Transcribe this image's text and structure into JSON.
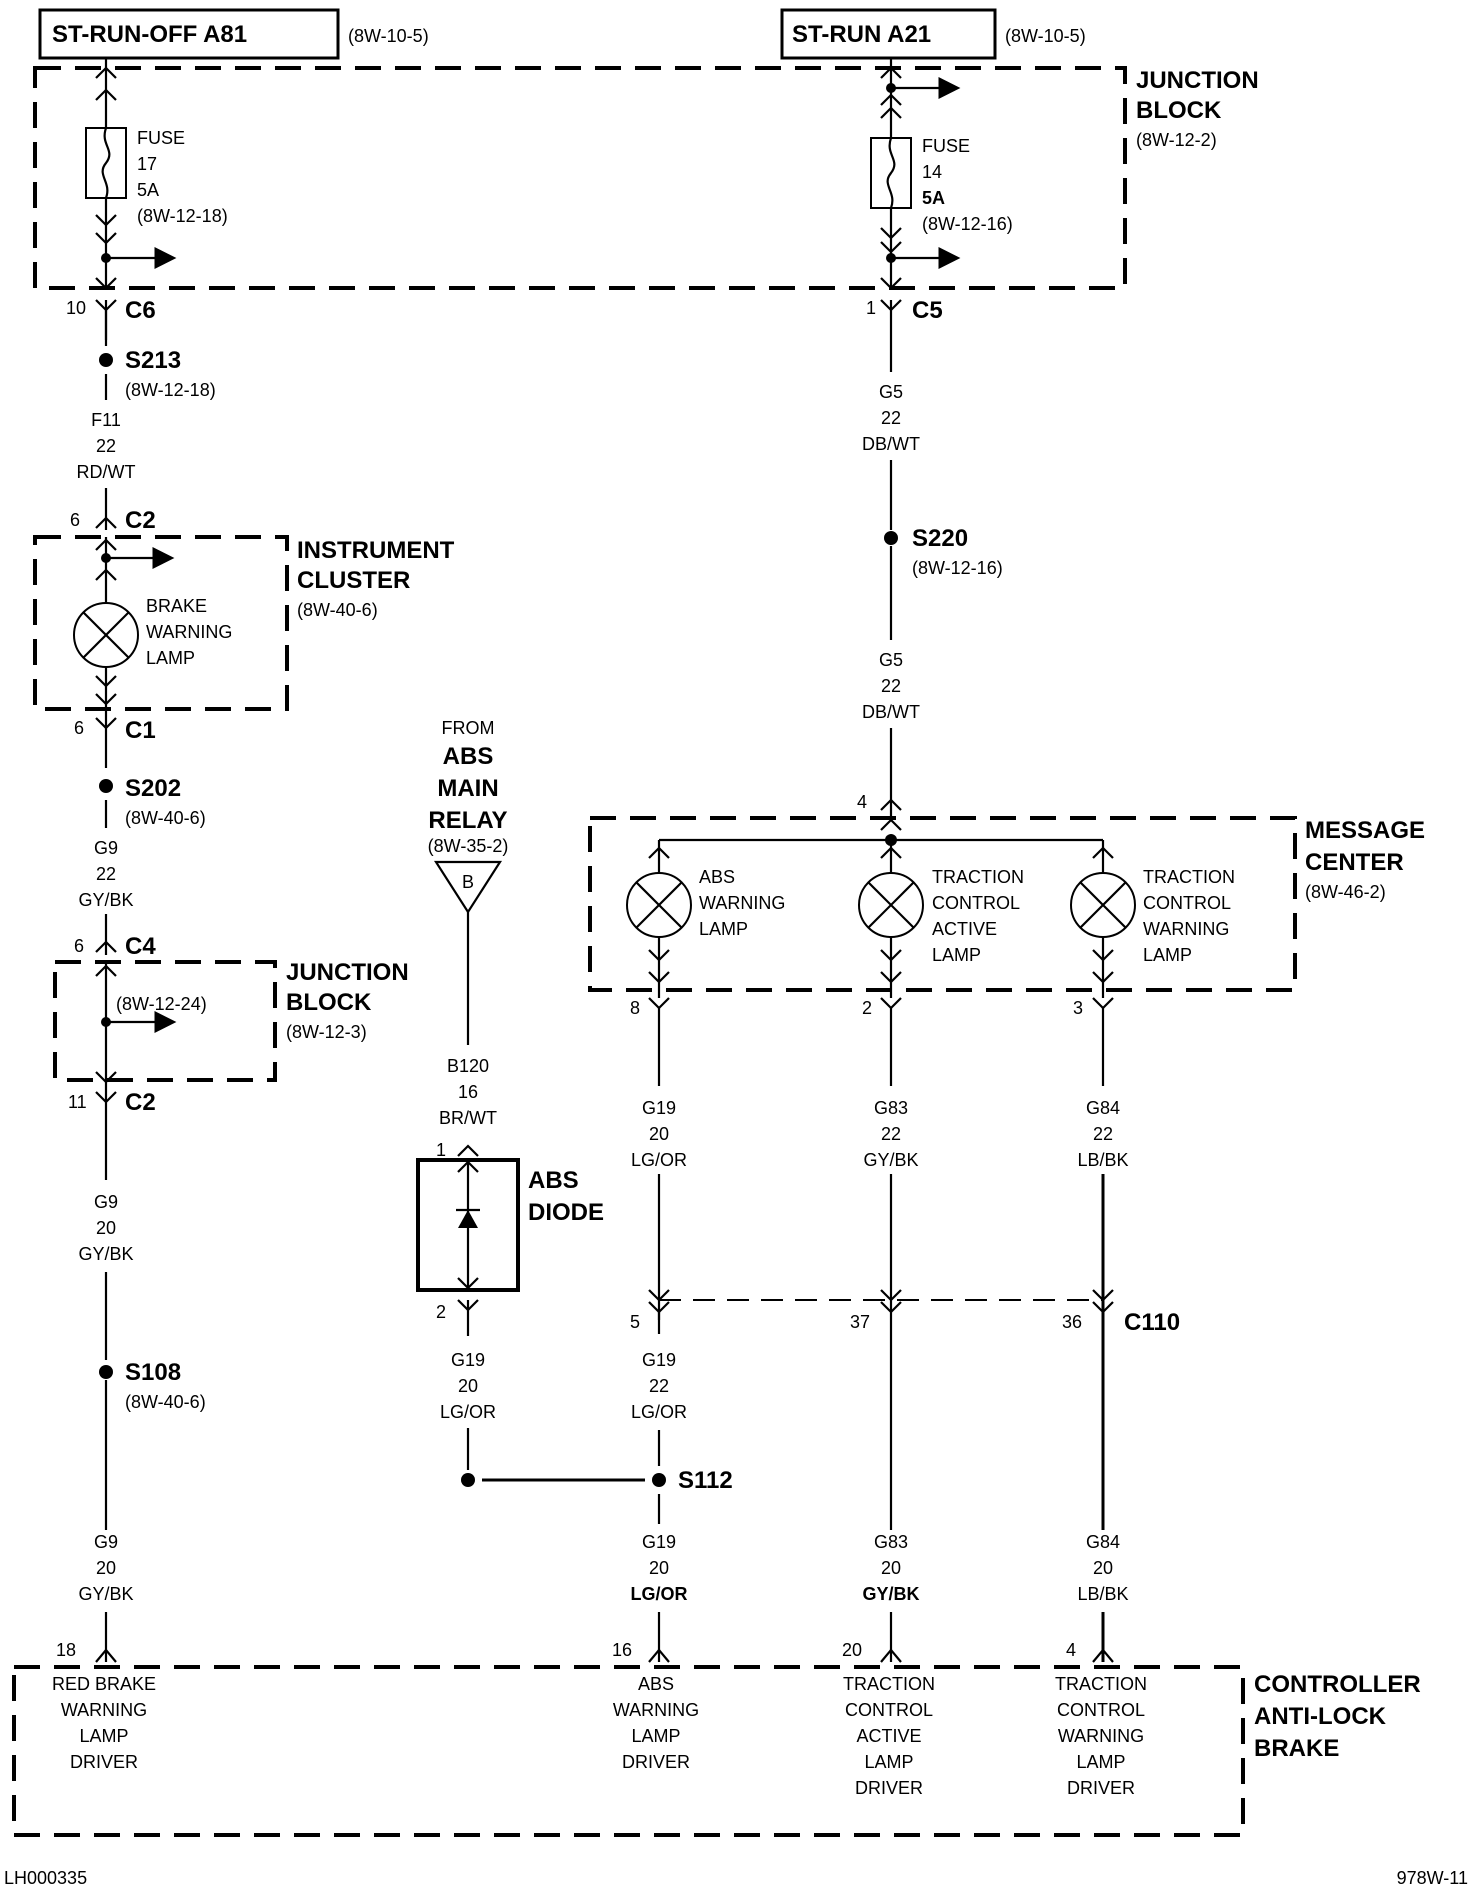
{
  "diagram": {
    "figure_id": "978W-11",
    "drawing_code": "LH000335",
    "power_sources": [
      {
        "label": "ST-RUN-OFF A81",
        "ref": "(8W-10-5)"
      },
      {
        "label": "ST-RUN A21",
        "ref": "(8W-10-5)"
      }
    ],
    "junction_block_top": {
      "title1": "JUNCTION",
      "title2": "BLOCK",
      "ref": "(8W-12-2)"
    },
    "fuses": [
      {
        "label": "FUSE",
        "number": "17",
        "rating": "5A",
        "ref": "(8W-12-18)"
      },
      {
        "label": "FUSE",
        "number": "14",
        "rating": "5A",
        "ref": "(8W-12-16)"
      }
    ],
    "left_branch": {
      "c6": {
        "pin": "10",
        "name": "C6"
      },
      "s213": {
        "name": "S213",
        "ref": "(8W-12-18)"
      },
      "wire1": {
        "circuit": "F11",
        "gauge": "22",
        "color": "RD/WT"
      },
      "c2_top": {
        "pin": "6",
        "name": "C2"
      },
      "instrument_cluster": {
        "title1": "INSTRUMENT",
        "title2": "CLUSTER",
        "ref": "(8W-40-6)",
        "lamp": [
          "BRAKE",
          "WARNING",
          "LAMP"
        ]
      },
      "c1": {
        "pin": "6",
        "name": "C1"
      },
      "s202": {
        "name": "S202",
        "ref": "(8W-40-6)"
      },
      "wire2": {
        "circuit": "G9",
        "gauge": "22",
        "color": "GY/BK"
      },
      "c4": {
        "pin": "6",
        "name": "C4"
      },
      "junction_block": {
        "title1": "JUNCTION",
        "title2": "BLOCK",
        "ref": "(8W-12-3)",
        "inner_ref": "(8W-12-24)"
      },
      "c2_bottom": {
        "pin": "11",
        "name": "C2"
      },
      "wire3": {
        "circuit": "G9",
        "gauge": "20",
        "color": "GY/BK"
      },
      "s108": {
        "name": "S108",
        "ref": "(8W-40-6)"
      },
      "wire4": {
        "circuit": "G9",
        "gauge": "20",
        "color": "GY/BK"
      },
      "cab_pin": "18"
    },
    "relay_branch": {
      "from": "FROM",
      "title1": "ABS",
      "title2": "MAIN",
      "title3": "RELAY",
      "ref": "(8W-35-2)",
      "connector_letter": "B",
      "wire1": {
        "circuit": "B120",
        "gauge": "16",
        "color": "BR/WT"
      },
      "diode": {
        "title1": "ABS",
        "title2": "DIODE",
        "pin_top": "1",
        "pin_bottom": "2"
      },
      "wire2": {
        "circuit": "G19",
        "gauge": "20",
        "color": "LG/OR"
      }
    },
    "right_branch": {
      "c5": {
        "pin": "1",
        "name": "C5"
      },
      "wire1": {
        "circuit": "G5",
        "gauge": "22",
        "color": "DB/WT"
      },
      "s220": {
        "name": "S220",
        "ref": "(8W-12-16)"
      },
      "wire2": {
        "circuit": "G5",
        "gauge": "22",
        "color": "DB/WT"
      },
      "message_center": {
        "title1": "MESSAGE",
        "title2": "CENTER",
        "ref": "(8W-46-2)",
        "input_pin": "4",
        "lamps": [
          {
            "lines": [
              "ABS",
              "WARNING",
              "LAMP"
            ],
            "pin": "8"
          },
          {
            "lines": [
              "TRACTION",
              "CONTROL",
              "ACTIVE",
              "LAMP"
            ],
            "pin": "2"
          },
          {
            "lines": [
              "TRACTION",
              "CONTROL",
              "WARNING",
              "LAMP"
            ],
            "pin": "3"
          }
        ]
      },
      "mid_wires": [
        {
          "circuit": "G19",
          "gauge": "20",
          "color": "LG/OR"
        },
        {
          "circuit": "G83",
          "gauge": "22",
          "color": "GY/BK"
        },
        {
          "circuit": "G84",
          "gauge": "22",
          "color": "LB/BK"
        }
      ],
      "c110": {
        "name": "C110",
        "pins": [
          "5",
          "37",
          "36"
        ]
      },
      "g19_after_c110": {
        "circuit": "G19",
        "gauge": "22",
        "color": "LG/OR"
      },
      "s112": {
        "name": "S112"
      },
      "lower_wires": [
        {
          "circuit": "G19",
          "gauge": "20",
          "color": "LG/OR"
        },
        {
          "circuit": "G83",
          "gauge": "20",
          "color": "GY/BK"
        },
        {
          "circuit": "G84",
          "gauge": "20",
          "color": "LB/BK"
        }
      ]
    },
    "controller": {
      "title1": "CONTROLLER",
      "title2": "ANTI-LOCK",
      "title3": "BRAKE",
      "drivers": [
        {
          "pin": "18",
          "lines": [
            "RED BRAKE",
            "WARNING",
            "LAMP",
            "DRIVER"
          ]
        },
        {
          "pin": "16",
          "lines": [
            "ABS",
            "WARNING",
            "LAMP",
            "DRIVER"
          ]
        },
        {
          "pin": "20",
          "lines": [
            "TRACTION",
            "CONTROL",
            "ACTIVE",
            "LAMP",
            "DRIVER"
          ]
        },
        {
          "pin": "4",
          "lines": [
            "TRACTION",
            "CONTROL",
            "WARNING",
            "LAMP",
            "DRIVER"
          ]
        }
      ]
    }
  }
}
